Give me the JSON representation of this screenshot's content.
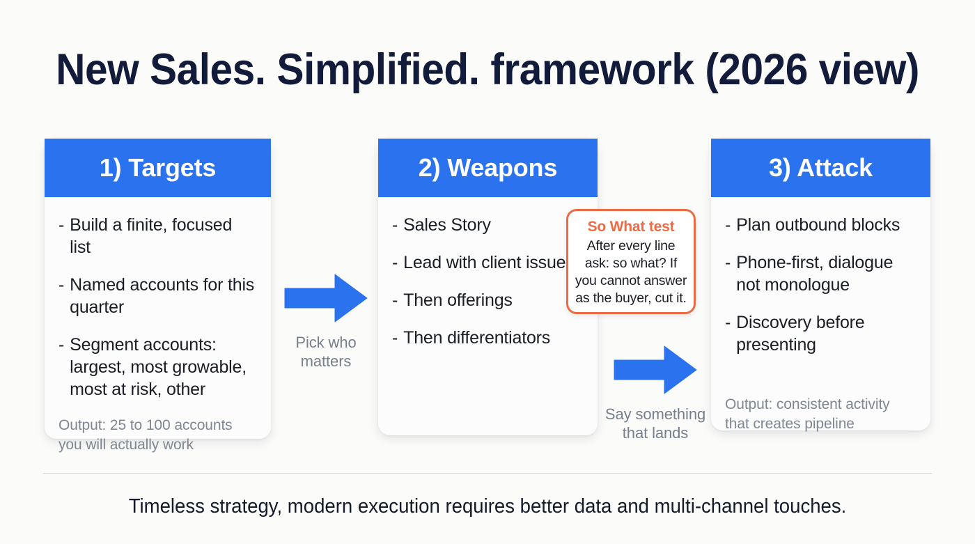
{
  "title": "New Sales. Simplified. framework (2026 view)",
  "colors": {
    "background": "#fbfbf9",
    "card_background": "#fcfcfc",
    "header_blue": "#2b72ee",
    "arrow_blue": "#2b72ee",
    "callout_orange": "#ed6b43",
    "title_navy": "#121b39",
    "body_text": "#1a1d26",
    "muted_text": "#7f8793",
    "divider": "#d9d9dd"
  },
  "cards": [
    {
      "header": "1) Targets",
      "bullets": [
        "Build a finite, focused list",
        "Named accounts for this quarter",
        "Segment accounts: largest, most growable, most at risk, other"
      ],
      "output": "Output: 25 to 100 accounts you will actually work"
    },
    {
      "header": "2) Weapons",
      "bullets": [
        "Sales Story",
        "Lead with client issues",
        "Then offerings",
        "Then differentiators"
      ],
      "output": ""
    },
    {
      "header": "3) Attack",
      "bullets": [
        "Plan outbound blocks",
        "Phone-first, dialogue not monologue",
        "Discovery before presenting"
      ],
      "output": "Output: consistent activity that creates pipeline"
    }
  ],
  "bullet_marker": "-",
  "callout": {
    "title": "So What test",
    "body": "After every line ask: so what? If you cannot answer as the buyer, cut it."
  },
  "arrows": [
    {
      "icon": "arrow-right-icon",
      "label": "Pick who matters"
    },
    {
      "icon": "arrow-right-icon",
      "label": "Say something that lands"
    }
  ],
  "footer": "Timeless strategy, modern execution requires better data and multi-channel touches."
}
